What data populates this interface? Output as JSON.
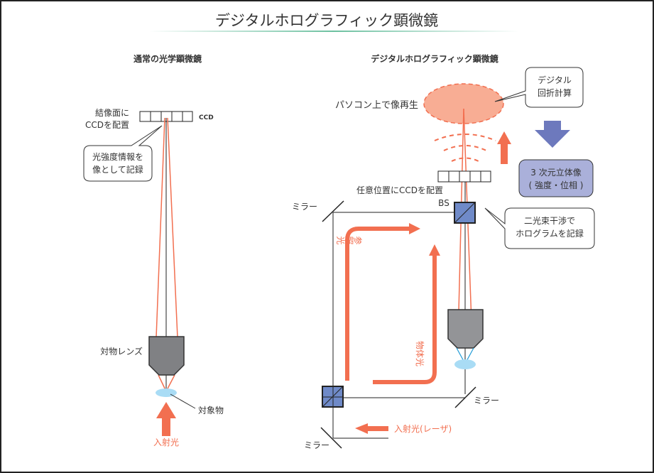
{
  "title": "デジタルホログラフィック顕微鏡",
  "colors": {
    "beam": "#f26f50",
    "beam_fill": "#f8ad94",
    "lens_gray": "#8a8b8e",
    "bs_blue": "#6f8ac8",
    "result_box": "#aab0da",
    "down_arrow": "#6d79bd",
    "specimen": "#a9dcf5",
    "blue_ray": "#1f9ad6",
    "title_rule": "#6cc0a0"
  },
  "left_panel": {
    "heading": "通常の光学顕微鏡",
    "ccd_label": "CCD",
    "ccd_position_label_line1": "結像面に",
    "ccd_position_label_line2": "CCDを配置",
    "callout_line1": "光強度情報を",
    "callout_line2": "像として記録",
    "objective_label": "対物レンズ",
    "specimen_label": "対象物",
    "incident_label": "入射光"
  },
  "right_panel": {
    "heading": "デジタルホログラフィック顕微鏡",
    "reconstruction_label": "パソコン上で像再生",
    "digital_callout_line1": "デジタル",
    "digital_callout_line2": "回折計算",
    "result_line1": "3 次元立体像",
    "result_line2": "( 強度・位相 )",
    "ccd_position_label": "任意位置にCCDを配置",
    "bs_label": "BS",
    "hologram_callout_line1": "二光束干渉で",
    "hologram_callout_line2": "ホログラムを記録",
    "reference_label": "参照光",
    "object_label": "物体光",
    "mirror_top_left": "ミラー",
    "mirror_bottom_right": "ミラー",
    "mirror_bottom_left": "ミラー",
    "incident_label": "入射光(レーザ)"
  }
}
